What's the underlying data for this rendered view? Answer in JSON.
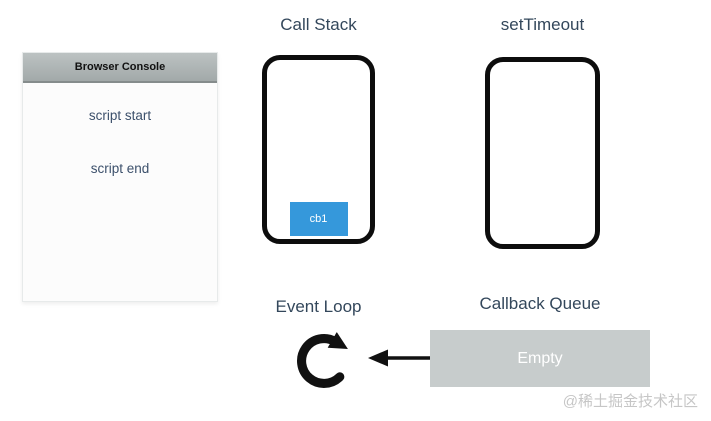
{
  "browser_console": {
    "title": "Browser Console",
    "logs": [
      "script start",
      "script end"
    ]
  },
  "call_stack": {
    "title": "Call Stack",
    "frames": [
      {
        "label": "cb1",
        "color": "#3598db"
      }
    ]
  },
  "set_timeout": {
    "title": "setTimeout",
    "frames": []
  },
  "event_loop": {
    "title": "Event Loop",
    "icon": "circular-arrow-clockwise-icon"
  },
  "callback_queue": {
    "title": "Callback Queue",
    "status": "Empty"
  },
  "watermark": "@稀土掘金技术社区",
  "colors": {
    "title_text": "#33475b",
    "console_text": "#3c506b",
    "frame_blue": "#3598db",
    "queue_gray": "#c7cccc",
    "border_black": "#0d0d0d",
    "watermark_gray": "#c6c6c6"
  }
}
